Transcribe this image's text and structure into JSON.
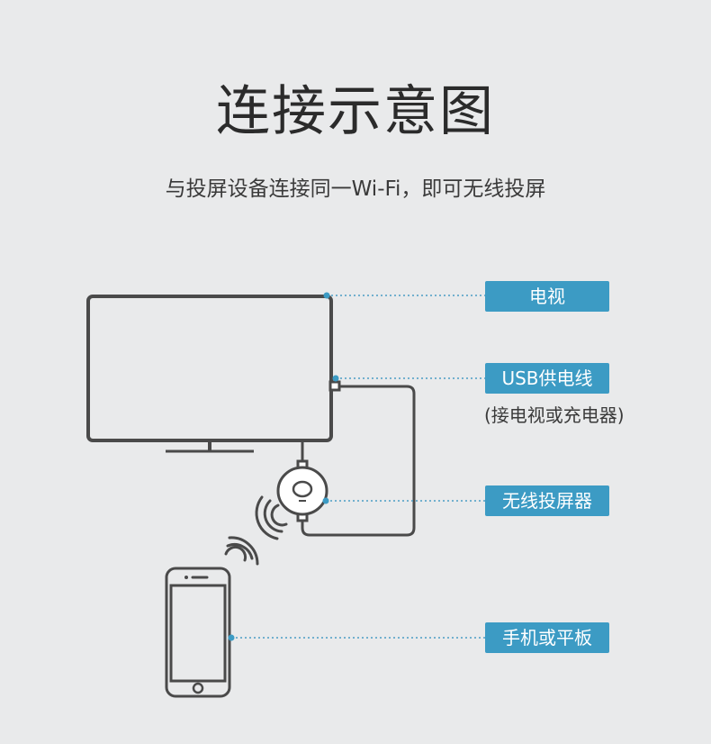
{
  "title": "连接示意图",
  "subtitle": "与投屏设备连接同一Wi-Fi，即可无线投屏",
  "labels": {
    "tv": "电视",
    "usb_cable": "USB供电线",
    "usb_note": "(接电视或充电器)",
    "dongle": "无线投屏器",
    "phone": "手机或平板"
  },
  "colors": {
    "label_bg": "#3c9bc4",
    "line": "#4a4a4a",
    "background": "#e9eaeb"
  }
}
